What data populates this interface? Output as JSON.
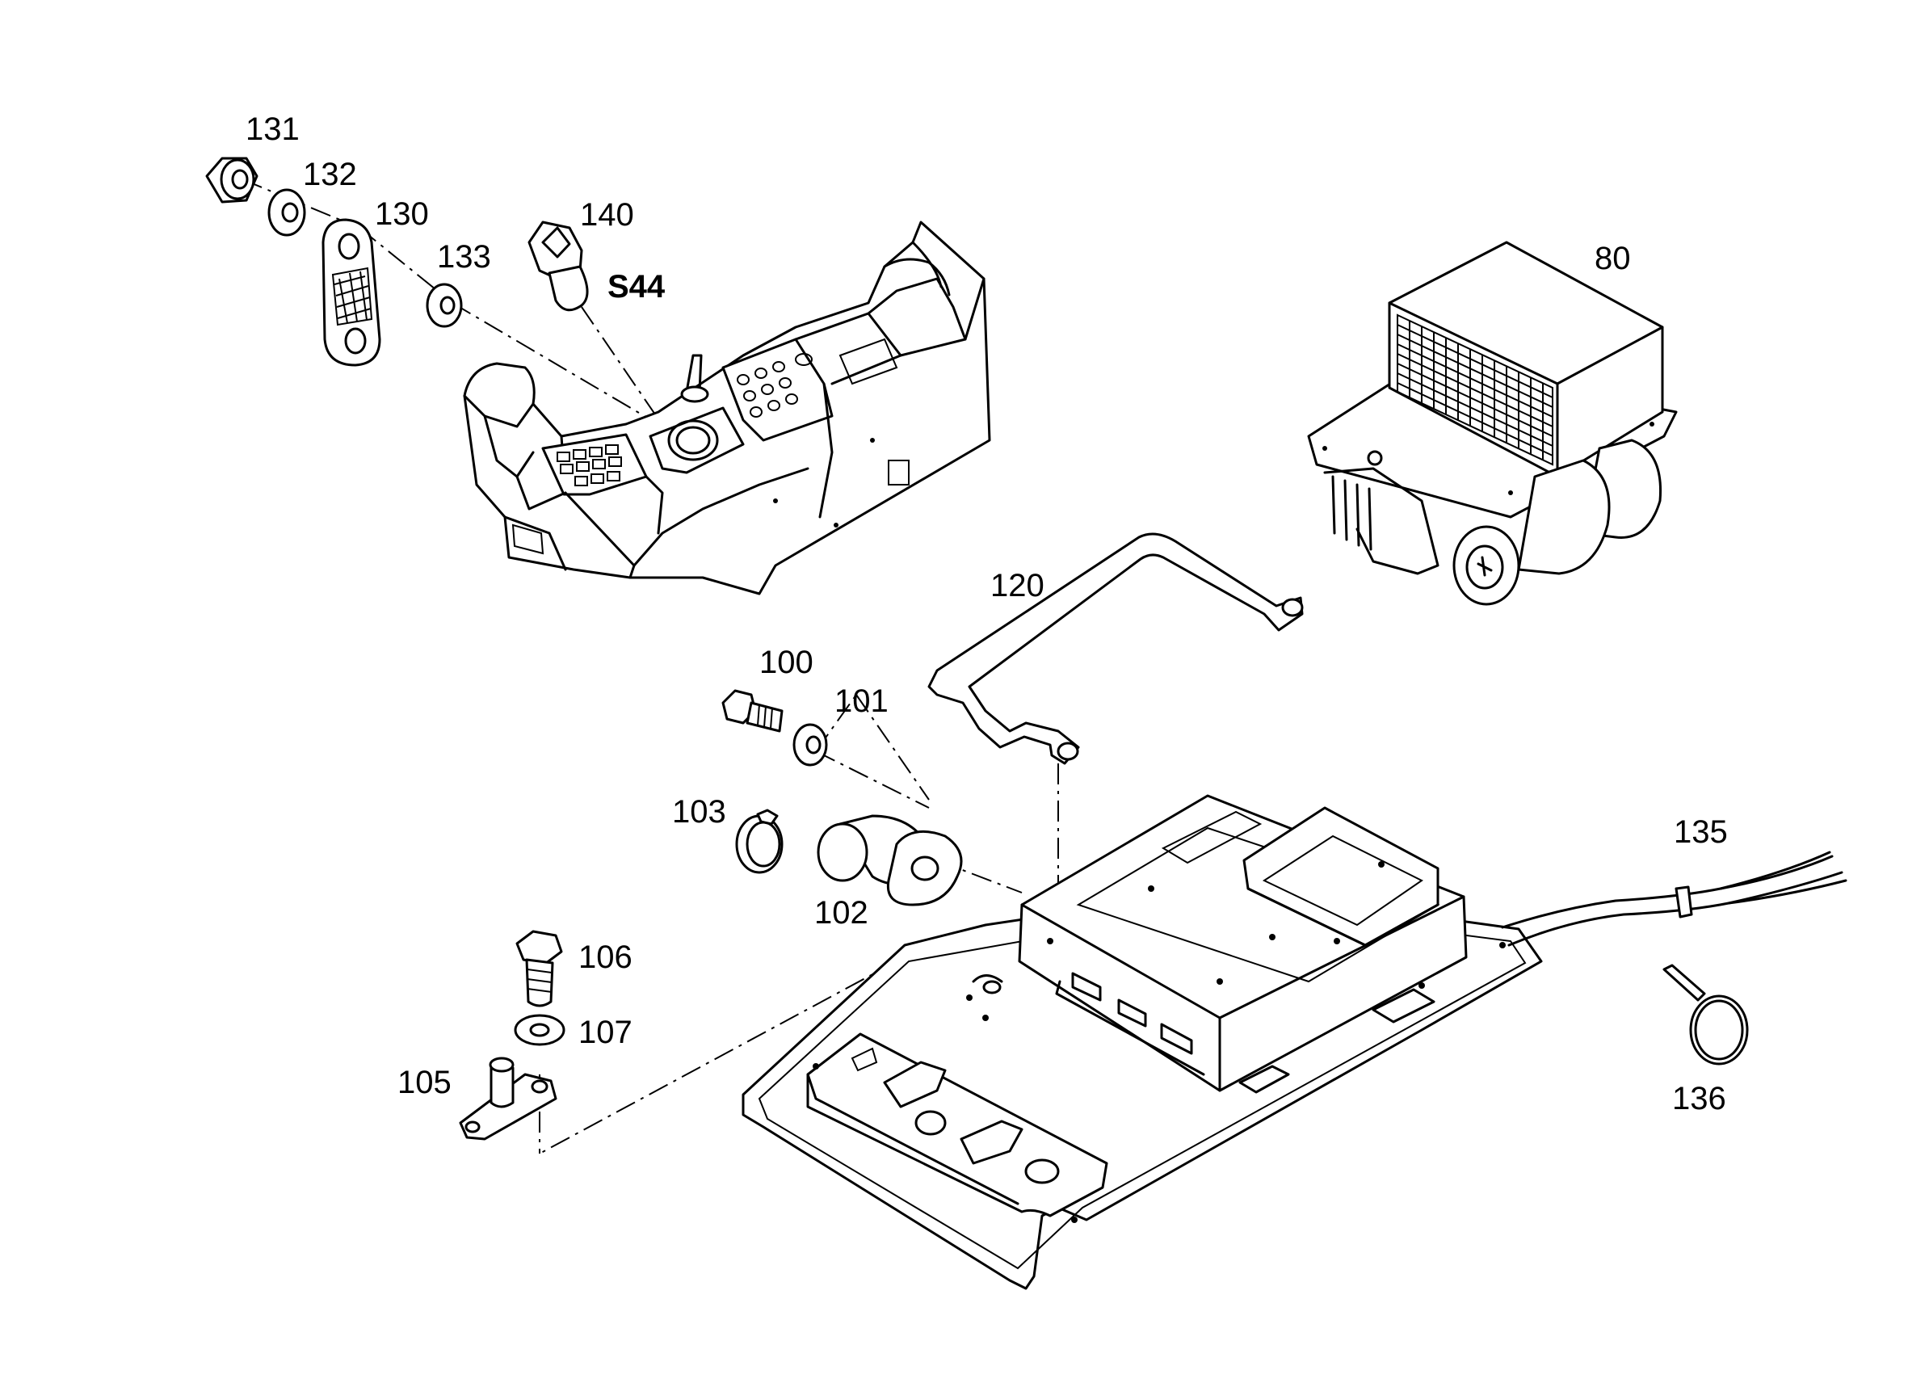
{
  "diagram": {
    "callouts": {
      "p131": "131",
      "p132": "132",
      "p130": "130",
      "p133": "133",
      "p140": "140",
      "s44": "S44",
      "p80": "80",
      "p120": "120",
      "p100": "100",
      "p101": "101",
      "p103": "103",
      "p102": "102",
      "p135": "135",
      "p106": "106",
      "p107": "107",
      "p105": "105",
      "p136": "136"
    }
  }
}
